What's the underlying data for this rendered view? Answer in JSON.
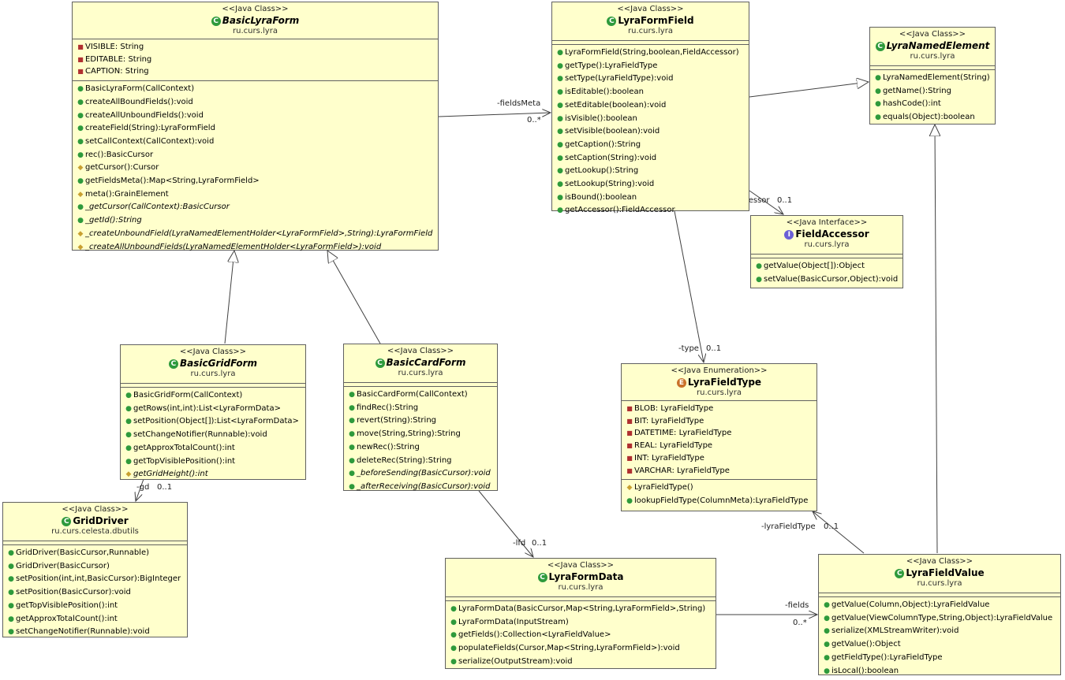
{
  "classes": {
    "basic_lyra_form": {
      "stereotype": "<<Java Class>>",
      "name": "BasicLyraForm",
      "package": "ru.curs.lyra",
      "fields": [
        "VISIBLE: String",
        "EDITABLE: String",
        "CAPTION: String"
      ],
      "methods": [
        "BasicLyraForm(CallContext)",
        "createAllBoundFields():void",
        "createAllUnboundFields():void",
        "createField(String):LyraFormField",
        "setCallContext(CallContext):void",
        "rec():BasicCursor",
        "getCursor():Cursor",
        "getFieldsMeta():Map<String,LyraFormField>",
        "meta():GrainElement",
        "_getCursor(CallContext):BasicCursor",
        "_getId():String",
        "_createUnboundField(LyraNamedElementHolder<LyraFormField>,String):LyraFormField",
        "_createAllUnboundFields(LyraNamedElementHolder<LyraFormField>):void"
      ]
    },
    "lyra_form_field": {
      "stereotype": "<<Java Class>>",
      "name": "LyraFormField",
      "package": "ru.curs.lyra",
      "methods": [
        "LyraFormField(String,boolean,FieldAccessor)",
        "getType():LyraFieldType",
        "setType(LyraFieldType):void",
        "isEditable():boolean",
        "setEditable(boolean):void",
        "isVisible():boolean",
        "setVisible(boolean):void",
        "getCaption():String",
        "setCaption(String):void",
        "getLookup():String",
        "setLookup(String):void",
        "isBound():boolean",
        "getAccessor():FieldAccessor"
      ]
    },
    "lyra_named_element": {
      "stereotype": "<<Java Class>>",
      "name": "LyraNamedElement",
      "package": "ru.curs.lyra",
      "methods": [
        "LyraNamedElement(String)",
        "getName():String",
        "hashCode():int",
        "equals(Object):boolean"
      ]
    },
    "field_accessor": {
      "stereotype": "<<Java Interface>>",
      "name": "FieldAccessor",
      "package": "ru.curs.lyra",
      "methods": [
        "getValue(Object[]):Object",
        "setValue(BasicCursor,Object):void"
      ]
    },
    "basic_grid_form": {
      "stereotype": "<<Java Class>>",
      "name": "BasicGridForm",
      "package": "ru.curs.lyra",
      "methods": [
        "BasicGridForm(CallContext)",
        "getRows(int,int):List<LyraFormData>",
        "setPosition(Object[]):List<LyraFormData>",
        "setChangeNotifier(Runnable):void",
        "getApproxTotalCount():int",
        "getTopVisiblePosition():int",
        "getGridHeight():int"
      ]
    },
    "basic_card_form": {
      "stereotype": "<<Java Class>>",
      "name": "BasicCardForm",
      "package": "ru.curs.lyra",
      "methods": [
        "BasicCardForm(CallContext)",
        "findRec():String",
        "revert(String):String",
        "move(String,String):String",
        "newRec():String",
        "deleteRec(String):String",
        "_beforeSending(BasicCursor):void",
        "_afterReceiving(BasicCursor):void"
      ]
    },
    "lyra_field_type": {
      "stereotype": "<<Java Enumeration>>",
      "name": "LyraFieldType",
      "package": "ru.curs.lyra",
      "fields": [
        "BLOB: LyraFieldType",
        "BIT: LyraFieldType",
        "DATETIME: LyraFieldType",
        "REAL: LyraFieldType",
        "INT: LyraFieldType",
        "VARCHAR: LyraFieldType"
      ],
      "methods": [
        "LyraFieldType()",
        "lookupFieldType(ColumnMeta):LyraFieldType"
      ]
    },
    "grid_driver": {
      "stereotype": "<<Java Class>>",
      "name": "GridDriver",
      "package": "ru.curs.celesta.dbutils",
      "methods": [
        "GridDriver(BasicCursor,Runnable)",
        "GridDriver(BasicCursor)",
        "setPosition(int,int,BasicCursor):BigInteger",
        "setPosition(BasicCursor):void",
        "getTopVisiblePosition():int",
        "getApproxTotalCount():int",
        "setChangeNotifier(Runnable):void"
      ]
    },
    "lyra_form_data": {
      "stereotype": "<<Java Class>>",
      "name": "LyraFormData",
      "package": "ru.curs.lyra",
      "methods": [
        "LyraFormData(BasicCursor,Map<String,LyraFormField>,String)",
        "LyraFormData(InputStream)",
        "getFields():Collection<LyraFieldValue>",
        "populateFields(Cursor,Map<String,LyraFormField>):void",
        "serialize(OutputStream):void"
      ]
    },
    "lyra_field_value": {
      "stereotype": "<<Java Class>>",
      "name": "LyraFieldValue",
      "package": "ru.curs.lyra",
      "methods": [
        "getValue(Column,Object):LyraFieldValue",
        "getValue(ViewColumnType,String,Object):LyraFieldValue",
        "serialize(XMLStreamWriter):void",
        "getValue():Object",
        "getFieldType():LyraFieldType",
        "isLocal():boolean"
      ]
    }
  },
  "associations": {
    "fields_meta": {
      "role": "-fieldsMeta",
      "mult": "0..*"
    },
    "accessor": {
      "role": "-accessor",
      "mult": "0..1"
    },
    "type": {
      "role": "-type",
      "mult": "0..1"
    },
    "gd": {
      "role": "-gd",
      "mult": "0..1"
    },
    "lfd": {
      "role": "-lfd",
      "mult": "0..1"
    },
    "lyra_field_type": {
      "role": "-lyraFieldType",
      "mult": "0..1"
    },
    "fields": {
      "role": "-fields",
      "mult": "0..*"
    }
  },
  "colors": {
    "class_fill": "#ffffcc",
    "border": "#606060",
    "line": "#404040",
    "public_icon": "#2e9a3c",
    "protected_icon": "#c8a030",
    "field_icon": "#b03030",
    "interface_icon": "#6b5fd6",
    "enum_icon": "#c9702a"
  }
}
